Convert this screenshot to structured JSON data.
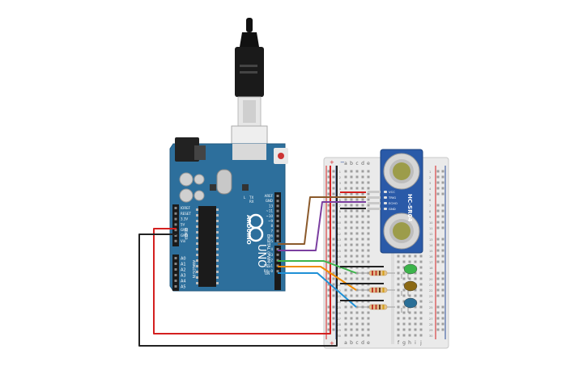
{
  "board": {
    "brand": "UNO",
    "maker_vertical": "ARDUINO",
    "header_digital": [
      "AREF",
      "GND",
      "13",
      "~11",
      "~10",
      "~9",
      "8",
      "7",
      "~6",
      "~5",
      "4",
      "~3",
      "2",
      "TX→1",
      "RX←0"
    ],
    "header_power": [
      "IOREF",
      "RESET",
      "3.3V",
      "5V",
      "GND",
      "GND",
      "Vin"
    ],
    "header_analog": [
      "A0",
      "A1",
      "A2",
      "A3",
      "A4",
      "A5"
    ],
    "digital_label": "DIGITAL (PWM~)",
    "power_label": "POWER",
    "analog_label": "ANALOG IN",
    "tx_label": "TX",
    "rx_label": "RX",
    "l_label": "L",
    "on_label": "ON"
  },
  "sensor": {
    "model": "HC-SR04",
    "pins": [
      "VCC",
      "TRIG",
      "ECHO",
      "GND"
    ]
  },
  "breadboard": {
    "col_letters_left": [
      "a",
      "b",
      "c",
      "d",
      "e"
    ],
    "col_letters_right": [
      "f",
      "g",
      "h",
      "i",
      "j"
    ],
    "rail_plus": "+",
    "rail_minus": "−",
    "row_count": 30
  },
  "leds": [
    {
      "color": "#3cb44b",
      "name": "green-led"
    },
    {
      "color": "#8b6914",
      "name": "brown-led"
    },
    {
      "color": "#2a6f97",
      "name": "blue-led"
    }
  ],
  "wire_colors": {
    "red": "#d42020",
    "black": "#222222",
    "brown": "#8b5a2b",
    "purple": "#7b3fa0",
    "green": "#3cb44b",
    "orange": "#f08c00",
    "blue": "#1e90d6"
  }
}
